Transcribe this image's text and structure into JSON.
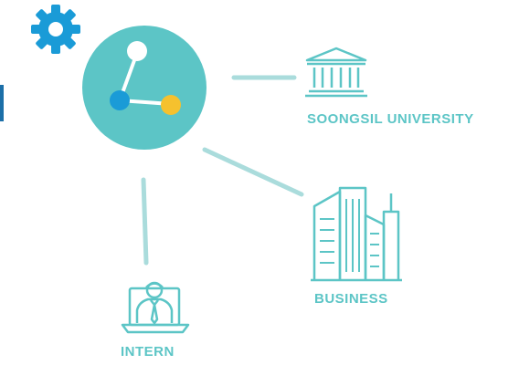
{
  "colors": {
    "teal": "#5cc5c6",
    "teal_light": "#aadcdc",
    "blue": "#1a9bd7",
    "yellow": "#f5c12e",
    "white": "#ffffff",
    "navy": "#1c6fa8"
  },
  "icons": {
    "settings": "gear-icon",
    "hub": "network-circle-icon",
    "university": "university-building-icon",
    "business": "office-buildings-icon",
    "intern": "intern-laptop-icon"
  },
  "nodes": {
    "university": {
      "label": "SOONGSIL UNIVERSITY"
    },
    "business": {
      "label": "BUSINESS"
    },
    "intern": {
      "label": "INTERN"
    }
  }
}
